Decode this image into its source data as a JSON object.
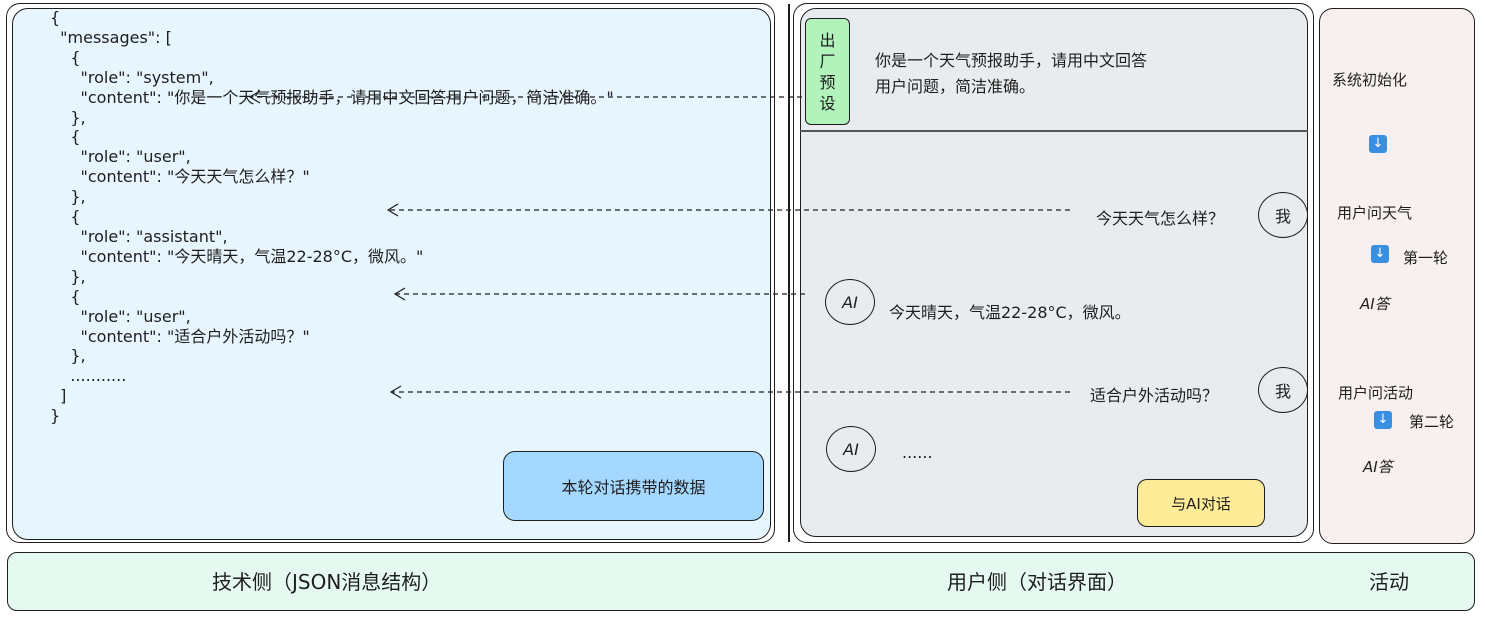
{
  "json_panel": {
    "code": "{\n  \"messages\": [\n    {\n      \"role\": \"system\",\n      \"content\": \"你是一个天气预报助手，请用中文回答用户问题，简洁准确。\"\n    },\n    {\n      \"role\": \"user\",\n      \"content\": \"今天天气怎么样？\"\n    },\n    {\n      \"role\": \"assistant\",\n      \"content\": \"今天晴天，气温22-28°C，微风。\"\n    },\n    {\n      \"role\": \"user\",\n      \"content\": \"适合户外活动吗？\"\n    },\n    ...........\n  ]\n}",
    "badge": "本轮对话携带的数据"
  },
  "chat_panel": {
    "preset_tag": "出\n厂\n预\n设",
    "preset_text": "你是一个天气预报助手，请用中文回答\n用户问题，简洁准确。",
    "messages": [
      {
        "text": "今天天气怎么样？",
        "avatar": "我"
      },
      {
        "text": "今天晴天，气温22-28°C，微风。",
        "avatar": "AI"
      },
      {
        "text": "适合户外活动吗？",
        "avatar": "我"
      },
      {
        "text": "......",
        "avatar": "AI"
      }
    ],
    "cta": "与AI对话"
  },
  "activity_panel": {
    "items": [
      "系统初始化",
      "用户问天气",
      "第一轮",
      "AI答",
      "用户问活动",
      "第二轮",
      "AI答"
    ],
    "arrow_icon": "↓"
  },
  "bottom_bar": {
    "technical": "技术侧（JSON消息结构）",
    "user": "用户侧（对话界面）",
    "activity": "活动"
  },
  "colors": {
    "json_bg": "#e7f5ff",
    "json_badge": "#a5d8ff",
    "chat_bg": "#e9ecef",
    "preset_green": "#b2f2bb",
    "cta_yellow": "#ffec99",
    "activity_bg": "#f8f0ee",
    "bottom_bg": "#e6f9f1",
    "arrow_blue": "#3b8fe0"
  }
}
